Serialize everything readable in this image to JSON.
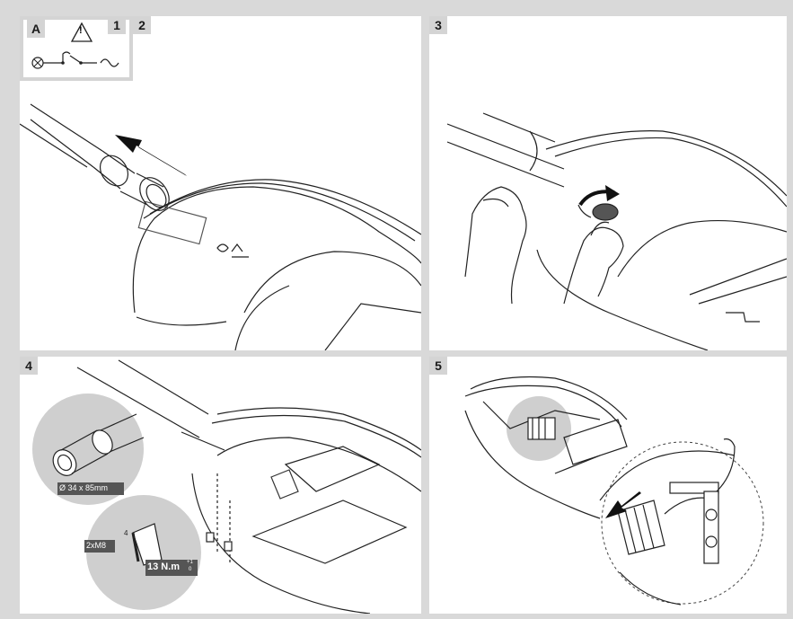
{
  "steps": {
    "a": "A",
    "s1": "1",
    "s2": "2",
    "s3": "3",
    "s4": "4",
    "s5": "5"
  },
  "warning_symbol": "!",
  "tube_dimension": "Ø 34 x 85mm",
  "bolt_spec": "2xM8",
  "key_size": "4",
  "torque": "13 N.m",
  "torque_tolerance_plus": "+1",
  "torque_tolerance_minus": "0",
  "icons": [
    "lamp-symbol-icon",
    "switch-symbol-icon",
    "ac-symbol-icon",
    "warning-triangle-icon",
    "arrow-icon",
    "rotation-arrow-icon",
    "hand-icon",
    "allen-key-icon"
  ],
  "colors": {
    "frame": "#d9d9d9",
    "badge": "#d4d4d4",
    "callout": "#cfcfcf",
    "label_bg": "#555555"
  }
}
